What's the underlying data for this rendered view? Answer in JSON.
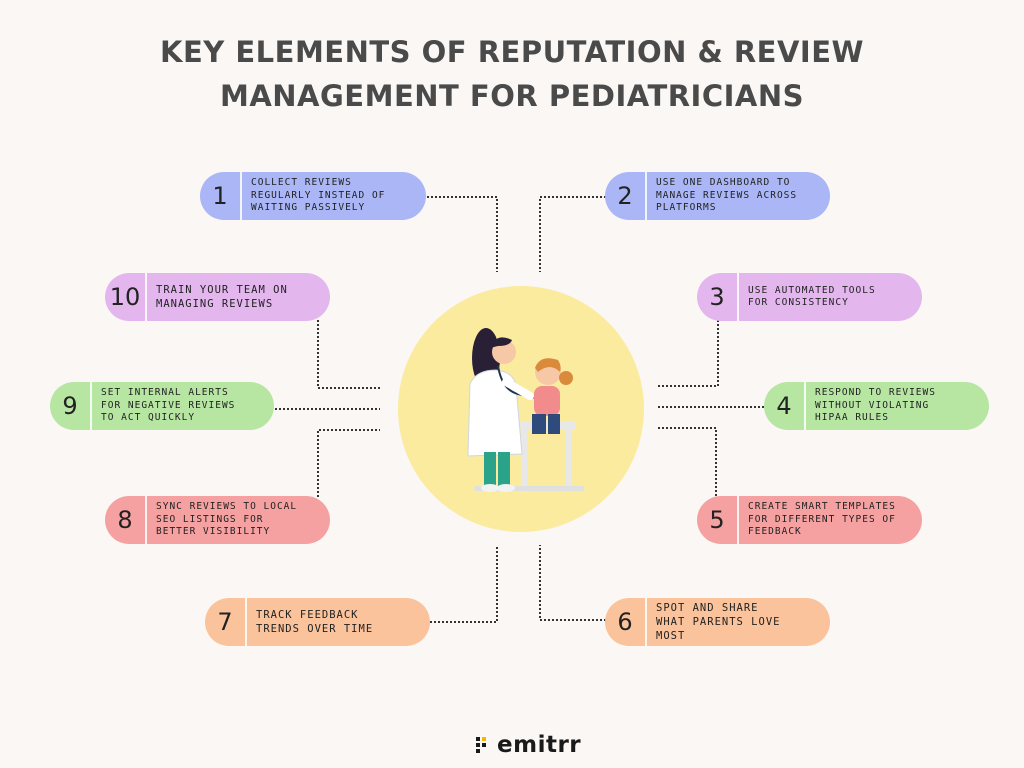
{
  "title": {
    "line1": "KEY ELEMENTS OF REPUTATION & REVIEW",
    "line2": "MANAGEMENT FOR PEDIATRICIANS"
  },
  "items": [
    {
      "num": "1",
      "text": "COLLECT REVIEWS\nREGULARLY INSTEAD OF\nWAITING PASSIVELY",
      "color": "#aab6f5"
    },
    {
      "num": "2",
      "text": "USE ONE DASHBOARD TO\nMANAGE REVIEWS ACROSS\nPLATFORMS",
      "color": "#aab6f5"
    },
    {
      "num": "3",
      "text": "USE AUTOMATED TOOLS\nFOR CONSISTENCY",
      "color": "#e3b6ee"
    },
    {
      "num": "4",
      "text": "RESPOND TO REVIEWS\nWITHOUT VIOLATING\nHIPAA RULES",
      "color": "#b7e6a3"
    },
    {
      "num": "5",
      "text": "CREATE SMART TEMPLATES\nFOR DIFFERENT TYPES OF\nFEEDBACK",
      "color": "#f5a1a1"
    },
    {
      "num": "6",
      "text": "SPOT AND SHARE\nWHAT PARENTS LOVE\nMOST",
      "color": "#fbc39c"
    },
    {
      "num": "7",
      "text": "TRACK FEEDBACK\nTRENDS OVER TIME",
      "color": "#fbc39c"
    },
    {
      "num": "8",
      "text": "SYNC REVIEWS TO LOCAL\nSEO LISTINGS FOR\nBETTER VISIBILITY",
      "color": "#f5a1a1"
    },
    {
      "num": "9",
      "text": "SET INTERNAL ALERTS\nFOR NEGATIVE REVIEWS\nTO ACT QUICKLY",
      "color": "#b7e6a3"
    },
    {
      "num": "10",
      "text": "TRAIN YOUR TEAM ON\nMANAGING REVIEWS",
      "color": "#e3b6ee"
    }
  ],
  "illustration": {
    "icon": "doctor-with-child-illustration",
    "circle_color": "#fbeb9f"
  },
  "logo": {
    "text": "emitrr",
    "icon": "emitrr-dots-icon"
  }
}
